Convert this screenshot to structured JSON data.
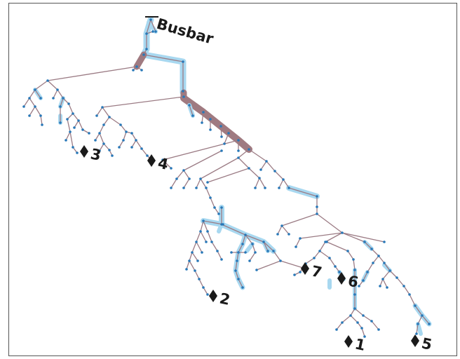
{
  "title": "Busbar",
  "markers": [
    {
      "label": "1"
    },
    {
      "label": "2"
    },
    {
      "label": "3"
    },
    {
      "label": "4"
    },
    {
      "label": "5"
    },
    {
      "label": "6"
    },
    {
      "label": "7"
    }
  ],
  "colors": {
    "line": "#9b7b84",
    "node": "#2878b8",
    "highlight_low": "#a8d8f0",
    "highlight_high": "#a07a80",
    "marker": "#1a1a1a",
    "frame": "#555555"
  }
}
